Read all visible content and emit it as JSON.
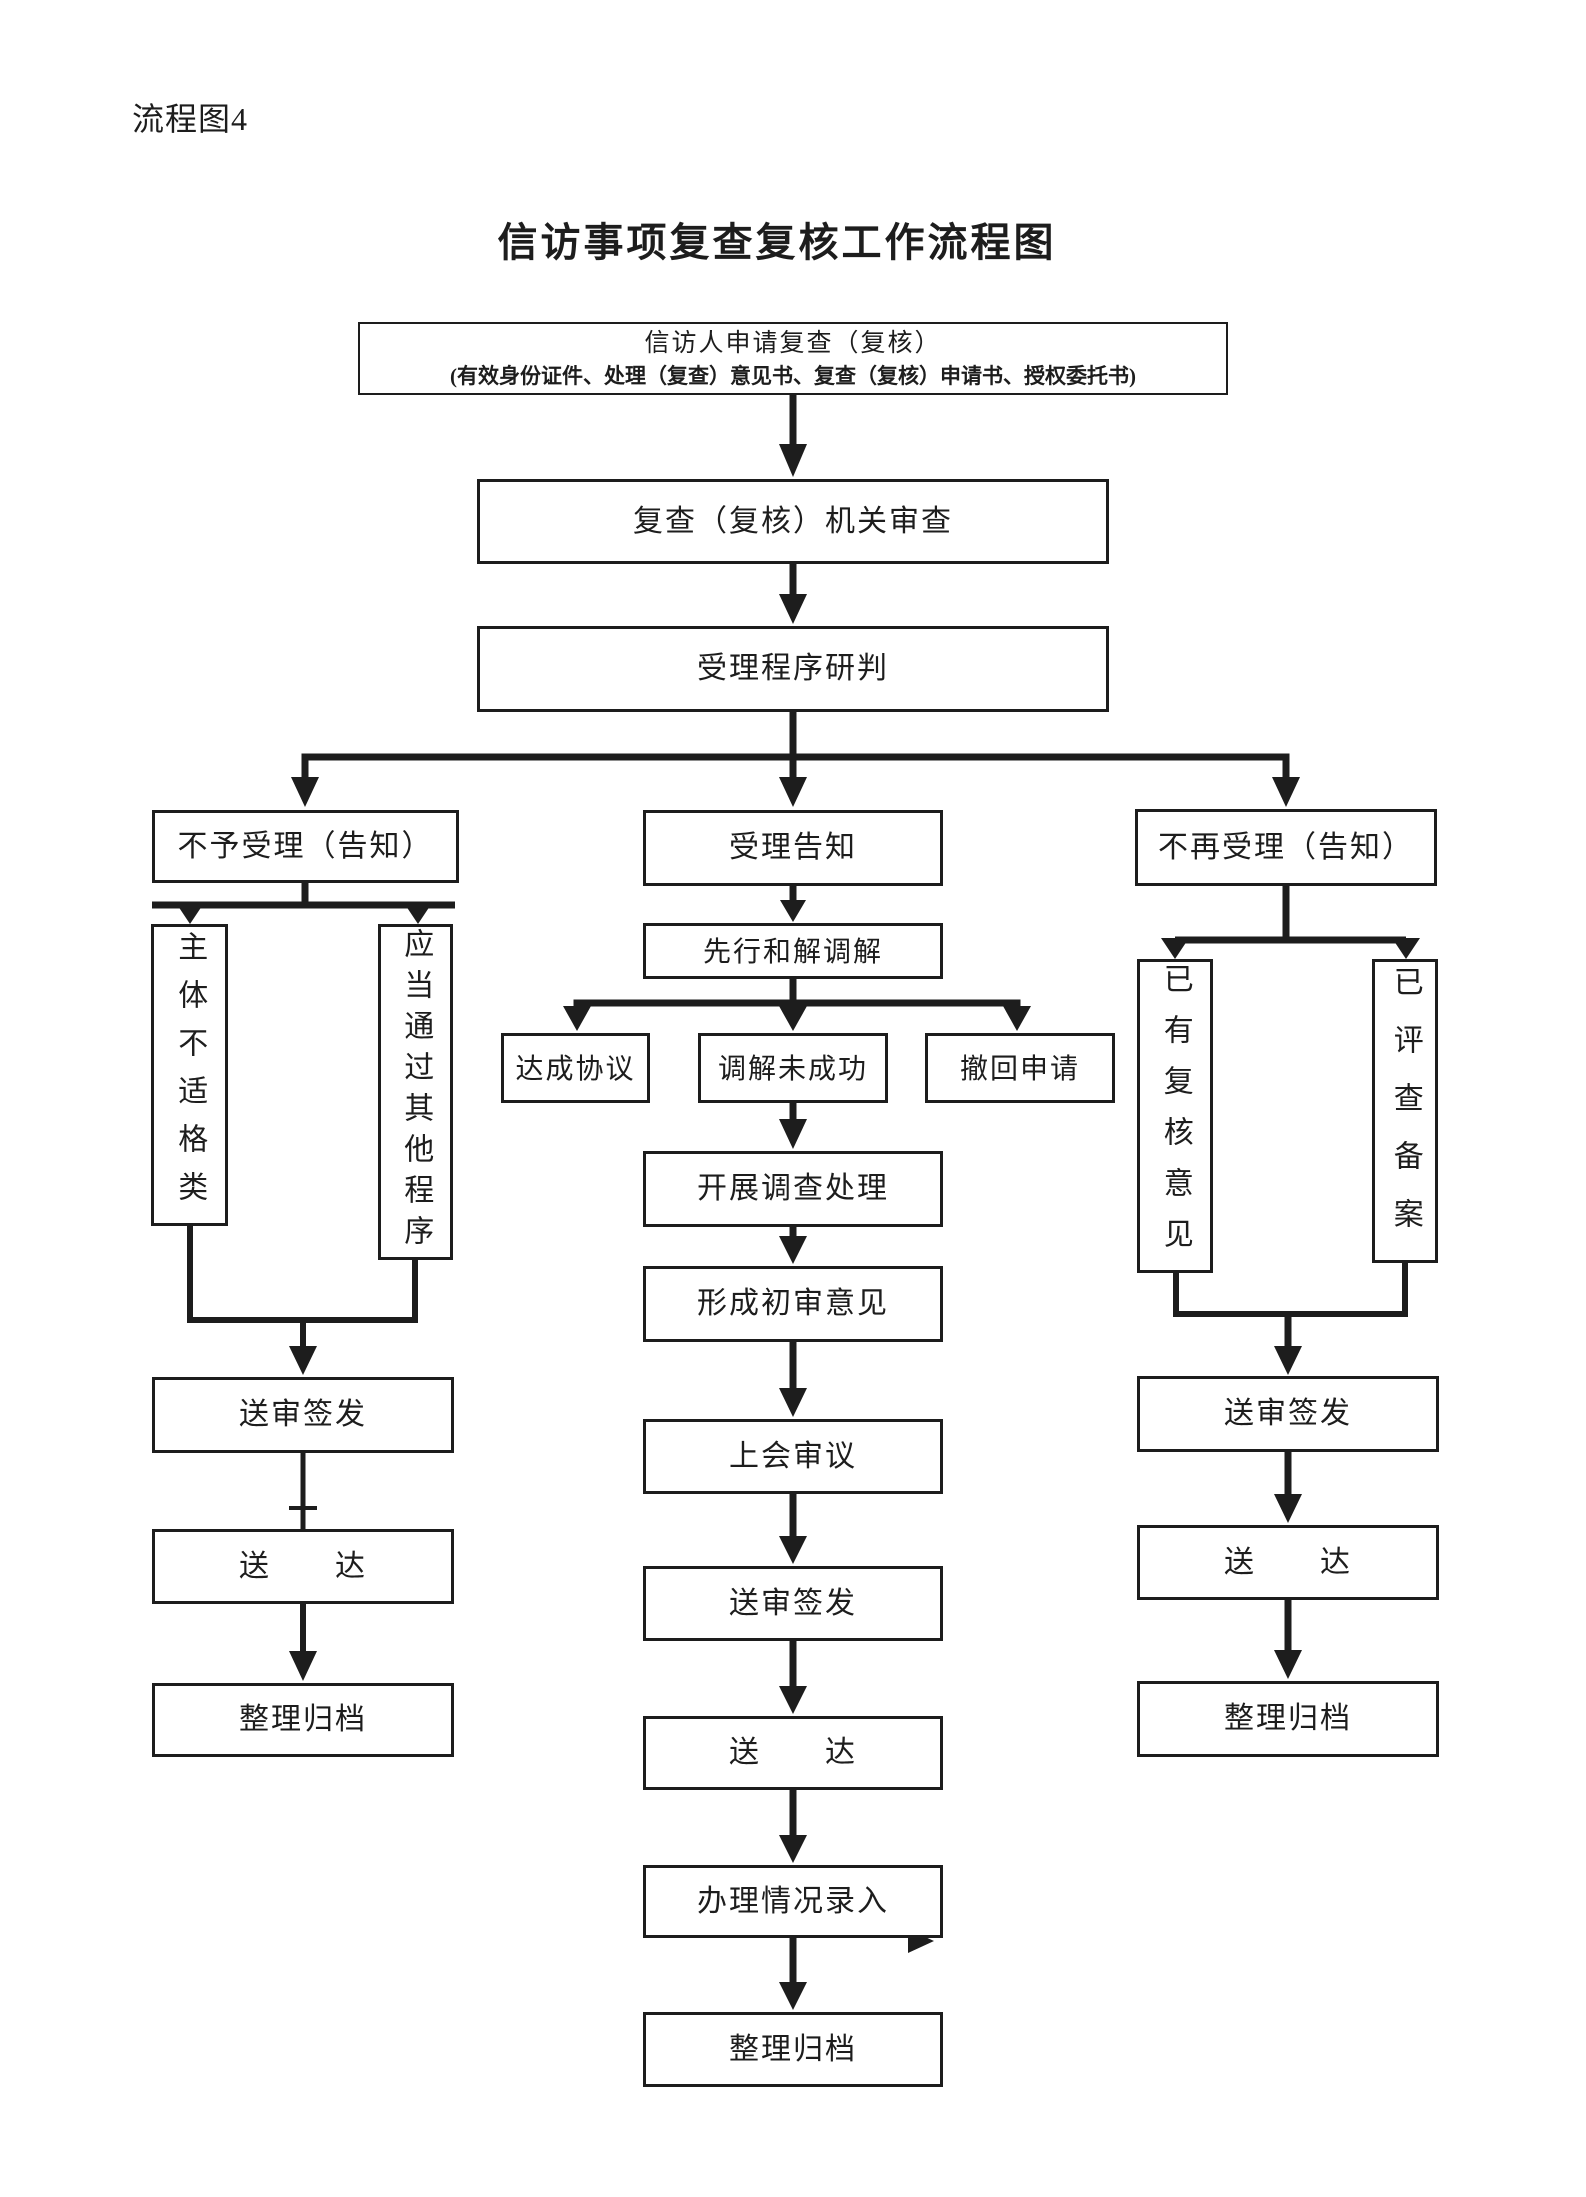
{
  "theme": {
    "ink": "#1d1d1d",
    "paper": "#ffffff"
  },
  "page": {
    "corner_label": "流程图4",
    "title": "信访事项复查复核工作流程图"
  },
  "nodes": {
    "apply_line1": "信访人申请复查（复核）",
    "apply_line2": "(有效身份证件、处理（复查）意见书、复查（复核）申请书、授权委托书)",
    "organ_review": "复查（复核）机关审查",
    "procedure_judge": "受理程序研判",
    "not_accept": "不予受理（告知）",
    "accept_notice": "受理告知",
    "no_longer_accept": "不再受理（告知）",
    "subject_unqualified": "主体不适格类",
    "other_procedure": "应当通过其他程序",
    "mediation_first": "先行和解调解",
    "agreement": "达成协议",
    "mediation_fail": "调解未成功",
    "withdraw": "撤回申请",
    "investigate": "开展调查处理",
    "initial_opinion": "形成初审意见",
    "meeting_review": "上会审议",
    "left_sign": "送审签发",
    "left_deliver": "送　　达",
    "left_archive": "整理归档",
    "center_sign": "送审签发",
    "center_deliver": "送　　达",
    "center_entry": "办理情况录入",
    "center_archive": "整理归档",
    "right_have_opinion": "已有复核意见",
    "right_reviewed": "已评查备案",
    "right_sign": "送审签发",
    "right_deliver": "送　　达",
    "right_archive": "整理归档"
  }
}
